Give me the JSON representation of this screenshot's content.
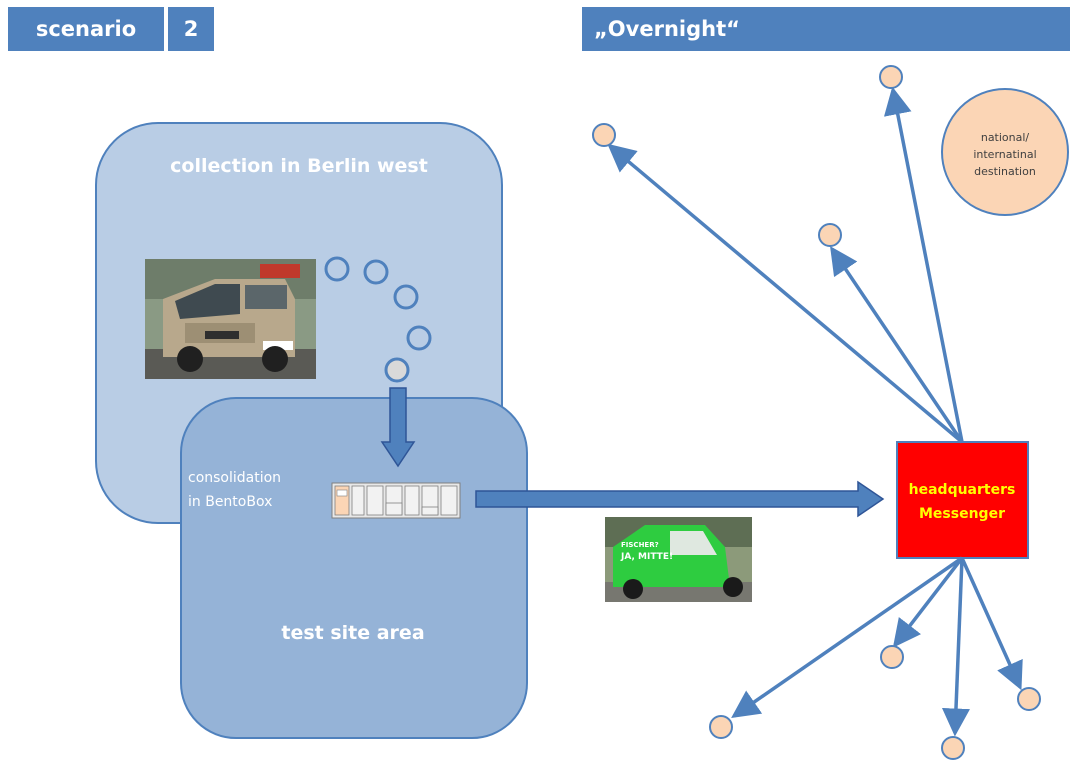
{
  "header": {
    "scenario_label": "scenario",
    "scenario_number": "2",
    "title": "„Overnight“"
  },
  "regions": {
    "collection": "collection in Berlin west",
    "test_site": "test site area",
    "consolidation_line1": "consolidation",
    "consolidation_line2": "in BentoBox"
  },
  "hub": {
    "line1": "headquarters",
    "line2": "Messenger",
    "color": "#ff0000",
    "text_color": "#ffff00"
  },
  "destination_legend": {
    "line1": "national/",
    "line2": "internatinal",
    "line3": "destination",
    "color": "#fbd5b5"
  },
  "photos": {
    "van": "van-photo",
    "bike": "velotaxi-photo",
    "bike_slogan_1": "FISCHER?",
    "bike_slogan_2": "JA, MITTE!"
  },
  "colors": {
    "header_bg": "#4f81bd",
    "region_outer": "#b9cde5",
    "region_inner": "#95b3d7",
    "arrow": "#4f81bd"
  }
}
